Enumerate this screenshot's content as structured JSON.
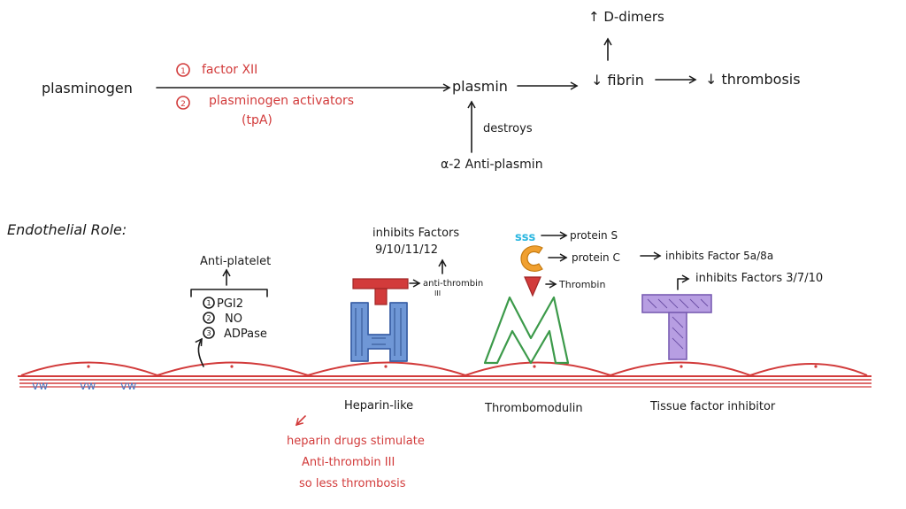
{
  "pathway": {
    "plasminogen": "plasminogen",
    "activator_1_num": "1",
    "activator_1": "factor XII",
    "activator_2_num": "2",
    "activator_2": "plasminogen activators",
    "activator_2_abbr": "(tpA)",
    "plasmin": "plasmin",
    "destroys": "destroys",
    "inhibitor": "α-2  Anti-plasmin",
    "d_dimers": "↑ D-dimers",
    "fibrin": "↓ fibrin",
    "thrombosis": "↓ thrombosis"
  },
  "endothelial": {
    "heading": "Endothelial Role:",
    "vw_marks": [
      "vw",
      "vw",
      "vw"
    ],
    "antiplatelet": {
      "title": "Anti-platelet",
      "items": [
        {
          "num": "1",
          "text": "PGI2"
        },
        {
          "num": "2",
          "text": "NO"
        },
        {
          "num": "3",
          "text": "ADPase"
        }
      ]
    },
    "heparin": {
      "inhibits_line1": "inhibits Factors",
      "inhibits_line2": "9/10/11/12",
      "antithrombin": "anti-thrombin",
      "antithrombin_roman": "III",
      "label": "Heparin-like",
      "note_line1": "heparin drugs stimulate",
      "note_line2": "Anti-thrombin III",
      "note_line3": "so less thrombosis"
    },
    "thrombomodulin": {
      "protein_s_glyph": "sss",
      "protein_s": "protein S",
      "protein_c": "protein C",
      "protein_c_effect": "inhibits Factor 5a/8a",
      "thrombin": "Thrombin",
      "label": "Thrombomodulin"
    },
    "tissue_factor": {
      "inhibits": "inhibits Factors 3/7/10",
      "label": "Tissue factor inhibitor"
    }
  },
  "colors": {
    "ink": "#1a1a1a",
    "red": "#d23b3b",
    "heparin_blue": "#4a78c2",
    "thrombomodulin_green": "#3c9a4a",
    "protein_c_orange": "#f0a030",
    "protein_s_cyan": "#29b6e0",
    "tissue_factor_purple": "#a98cd6"
  }
}
